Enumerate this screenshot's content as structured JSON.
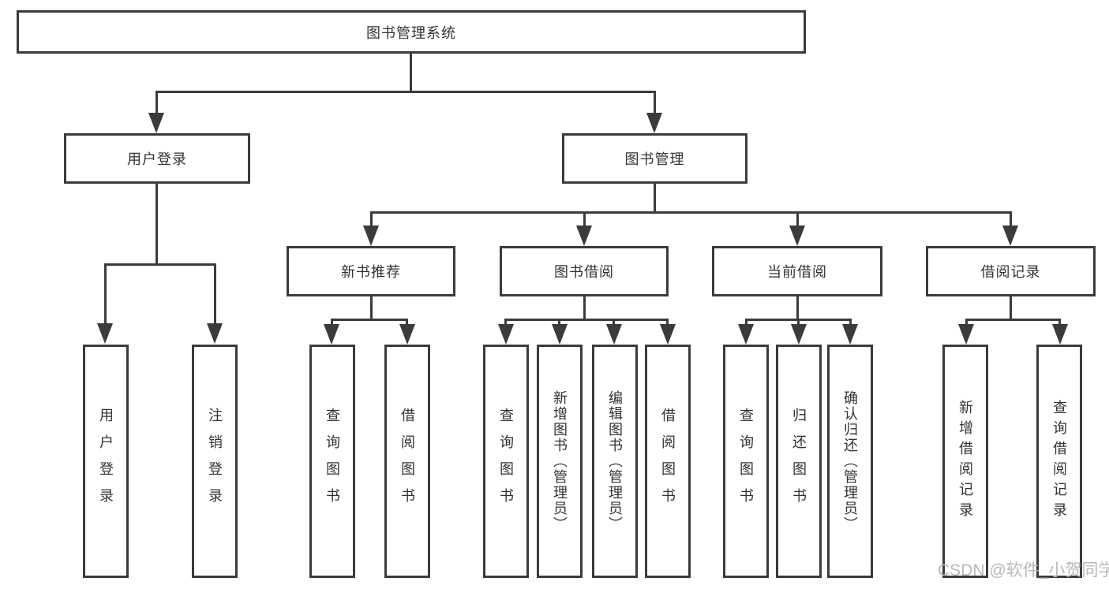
{
  "diagram": {
    "type": "tree",
    "root": {
      "label": "图书管理系统"
    },
    "level2": [
      {
        "label": "用户登录",
        "parent": "图书管理系统"
      },
      {
        "label": "图书管理",
        "parent": "图书管理系统"
      }
    ],
    "level3": [
      {
        "label": "新书推荐",
        "parent": "图书管理"
      },
      {
        "label": "图书借阅",
        "parent": "图书管理"
      },
      {
        "label": "当前借阅",
        "parent": "图书管理"
      },
      {
        "label": "借阅记录",
        "parent": "图书管理"
      }
    ],
    "leaves": [
      {
        "label": "用户登录",
        "parent": "用户登录"
      },
      {
        "label": "注销登录",
        "parent": "用户登录"
      },
      {
        "label": "查询图书",
        "parent": "新书推荐"
      },
      {
        "label": "借阅图书",
        "parent": "新书推荐"
      },
      {
        "label": "查询图书",
        "parent": "图书借阅"
      },
      {
        "label": "新增图书（管理员）",
        "parent": "图书借阅"
      },
      {
        "label": "编辑图书（管理员）",
        "parent": "图书借阅"
      },
      {
        "label": "借阅图书",
        "parent": "图书借阅"
      },
      {
        "label": "查询图书",
        "parent": "当前借阅"
      },
      {
        "label": "归还图书",
        "parent": "当前借阅"
      },
      {
        "label": "确认归还（管理员）",
        "parent": "当前借阅"
      },
      {
        "label": "新增借阅记录",
        "parent": "借阅记录"
      },
      {
        "label": "查询借阅记录",
        "parent": "借阅记录"
      }
    ],
    "watermark": "CSDN @软件_小贺同学",
    "colors": {
      "line": "#3b3b3b",
      "text": "#333333",
      "background": "#ffffff",
      "watermark": "#b9b9b9"
    }
  }
}
